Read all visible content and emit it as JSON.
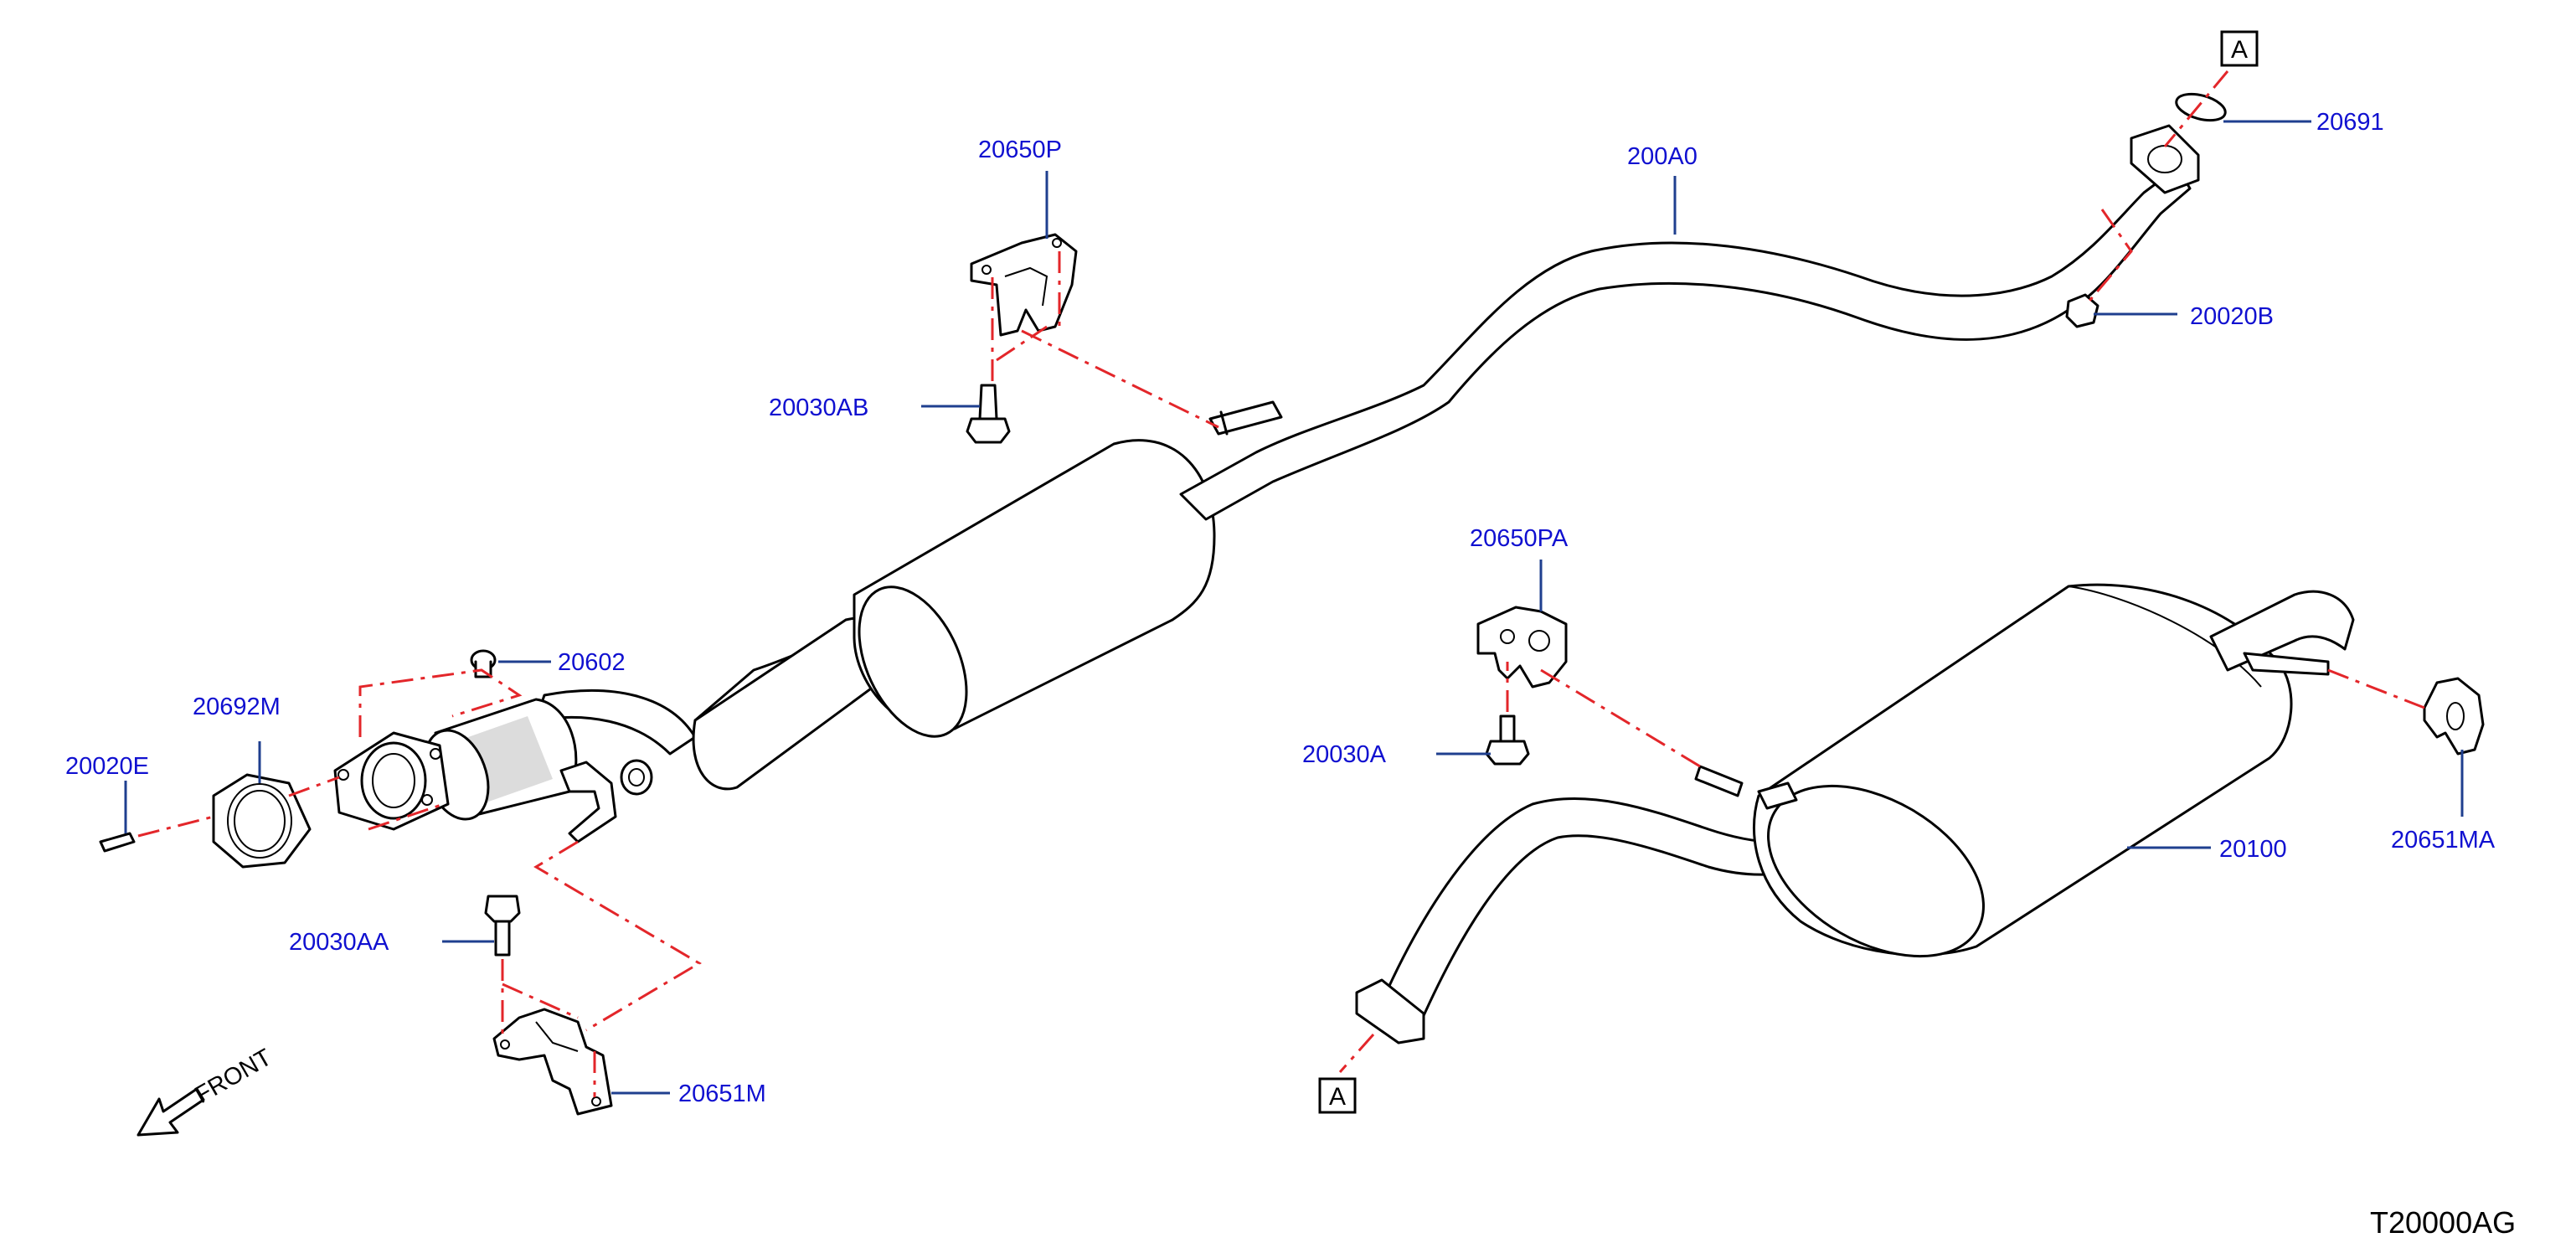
{
  "diagram": {
    "code": "T20000AG",
    "front_label": "FRONT",
    "ref_marker": "A"
  },
  "parts": {
    "p20650P": "20650P",
    "p200A0": "200A0",
    "p20691": "20691",
    "p20020B": "20020B",
    "p20030AB": "20030AB",
    "p20602": "20602",
    "p20692M": "20692M",
    "p20020E": "20020E",
    "p20030AA": "20030AA",
    "p20651M": "20651M",
    "p20650PA": "20650PA",
    "p20030A": "20030A",
    "p20100": "20100",
    "p20651MA": "20651MA"
  },
  "colors": {
    "label_text": "#1010d0",
    "leader_line": "#1f3f8f",
    "assembly_line": "#e3262a",
    "drawing_line": "#000000"
  }
}
